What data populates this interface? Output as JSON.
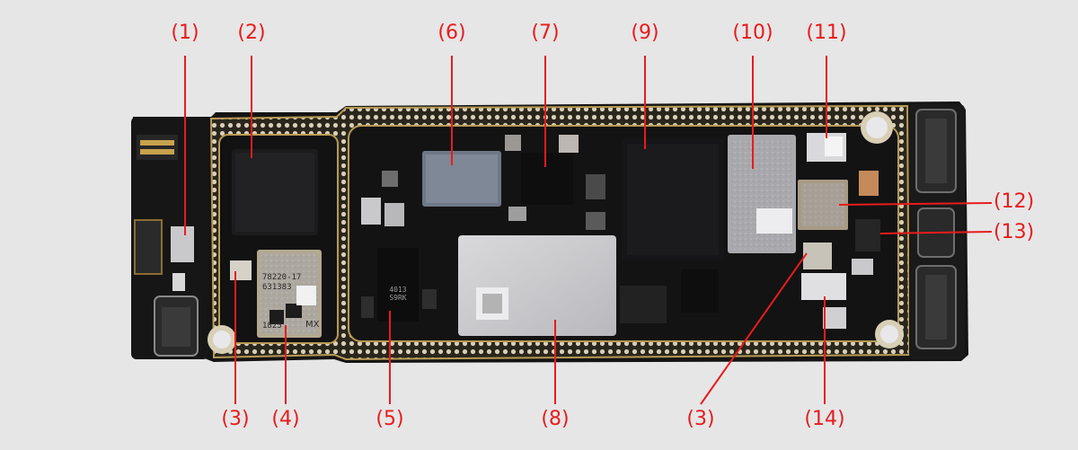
{
  "annotation_color": "#e81c1c",
  "board_color": "#141414",
  "background_color": "#e6e6e7",
  "labels": {
    "l1": "(1)",
    "l2": "(2)",
    "l6": "(6)",
    "l7": "(7)",
    "l9": "(9)",
    "l10": "(10)",
    "l11": "(11)",
    "l12": "(12)",
    "l13": "(13)",
    "l3a": "(3)",
    "l4": "(4)",
    "l5": "(5)",
    "l8": "(8)",
    "l3b": "(3)",
    "l14": "(14)"
  },
  "chip_markings": {
    "left_module_line1": "78220-17",
    "left_module_line2": "631383",
    "left_module_line3": "1825",
    "left_module_suffix": "MX",
    "center_ic": "4013 S9RK"
  }
}
